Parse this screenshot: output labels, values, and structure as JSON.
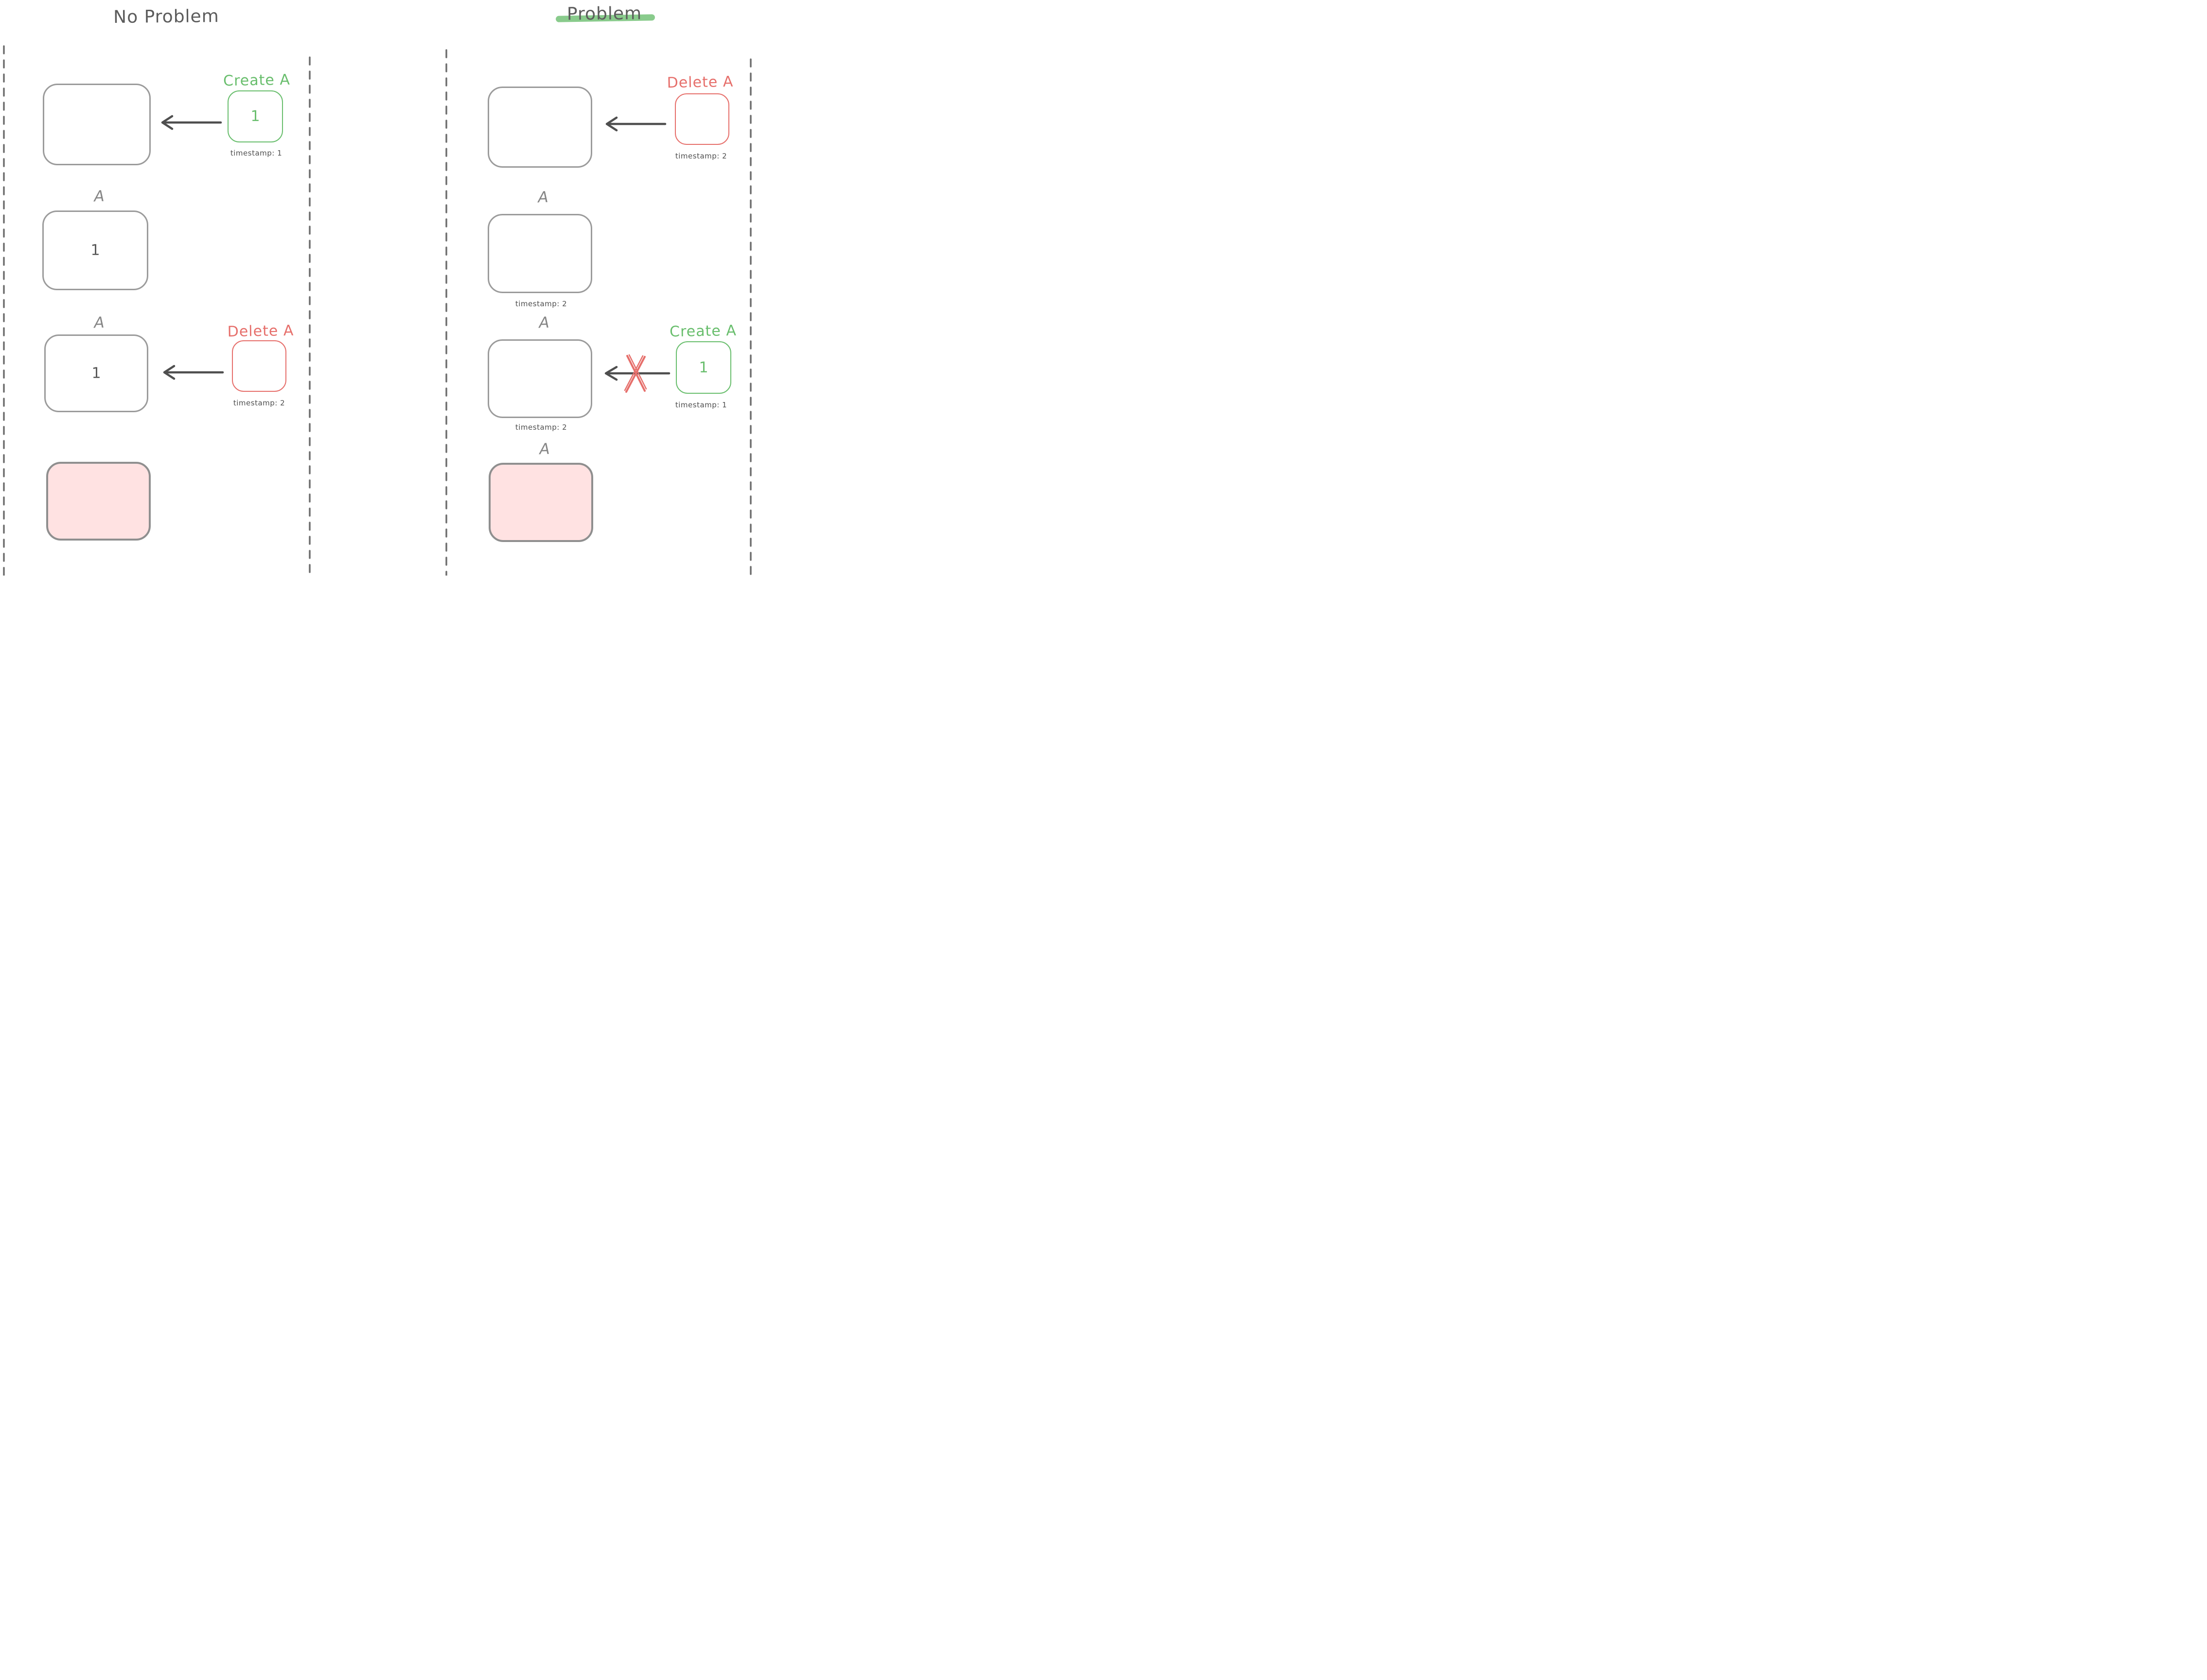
{
  "colors": {
    "green": "#69be6d",
    "strike_green": "#7cc57f",
    "red": "#e66f6b",
    "gray_border": "#9b9b9b",
    "pink_border": "#8f8f8f",
    "pink_fill": "#ffe2e2",
    "dark": "#575757",
    "label_gray": "#868686",
    "arrow": "#4f4f4f",
    "divider": "#6e6e6e"
  },
  "left": {
    "title": "No Problem",
    "row1": {
      "op_label": "Create A",
      "op_value": "1",
      "op_timestamp": "timestamp: 1"
    },
    "row2": {
      "label": "A",
      "value": "1"
    },
    "row3": {
      "label": "A",
      "value": "1",
      "op_label": "Delete A",
      "op_timestamp": "timestamp: 2"
    }
  },
  "right": {
    "title": "Problem",
    "row1": {
      "op_label": "Delete A",
      "op_timestamp": "timestamp: 2"
    },
    "row2": {
      "label": "A",
      "timestamp": "timestamp: 2"
    },
    "row3": {
      "label": "A",
      "op_label": "Create A",
      "op_value": "1",
      "op_timestamp": "timestamp: 1",
      "timestamp": "timestamp: 2"
    },
    "row4": {
      "label": "A"
    }
  }
}
